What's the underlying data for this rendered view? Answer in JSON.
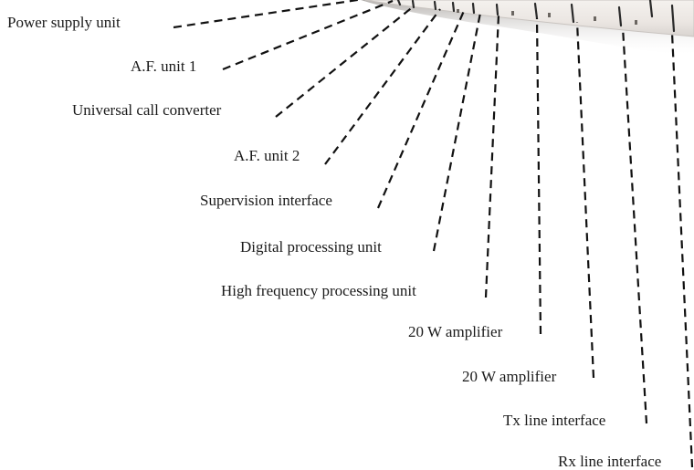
{
  "labels": [
    "Power supply unit",
    "A.F. unit 1",
    "Universal call converter",
    "A.F. unit 2",
    "Supervision interface",
    "Digital processing unit",
    "High frequency processing  unit",
    "20 W amplifier",
    "20 W amplifier",
    "Tx line interface",
    "Rx line interface"
  ],
  "colors": {
    "leader_line": "#111111",
    "label_text": "#1a1a1a",
    "equipment_body": "#efeae6",
    "equipment_shadow": "#bdb8b4",
    "background": "#ffffff"
  }
}
